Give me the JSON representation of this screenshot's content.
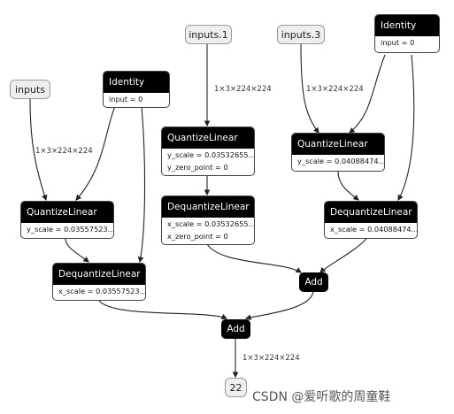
{
  "inputs": {
    "inputs": "inputs",
    "inputs1": "inputs.1",
    "inputs3": "inputs.3",
    "output": "22"
  },
  "nodes": {
    "identity_left": {
      "title": "Identity",
      "attrs": [
        "input = 0"
      ]
    },
    "identity_right": {
      "title": "Identity",
      "attrs": [
        "input = 0"
      ]
    },
    "quant_left": {
      "title": "QuantizeLinear",
      "attrs": [
        "y_scale = 0.03557523..."
      ]
    },
    "dequant_left": {
      "title": "DequantizeLinear",
      "attrs": [
        "x_scale = 0.03557523..."
      ]
    },
    "quant_mid": {
      "title": "QuantizeLinear",
      "attrs": [
        "y_scale = 0.03532655...",
        "y_zero_point = 0"
      ]
    },
    "dequant_mid": {
      "title": "DequantizeLinear",
      "attrs": [
        "x_scale = 0.03532655...",
        "x_zero_point = 0"
      ]
    },
    "quant_right": {
      "title": "QuantizeLinear",
      "attrs": [
        "y_scale = 0.04088474..."
      ]
    },
    "dequant_right": {
      "title": "DequantizeLinear",
      "attrs": [
        "x_scale = 0.04088474..."
      ]
    },
    "add_right": {
      "title": "Add"
    },
    "add_bottom": {
      "title": "Add"
    }
  },
  "edge_labels": {
    "inputs_to_quant": "1×3×224×224",
    "inputs1_to_quant": "1×3×224×224",
    "inputs3_to_quant": "1×3×224×224",
    "add_to_output": "1×3×224×224"
  },
  "watermark": "CSDN @爱听歌的周童鞋"
}
